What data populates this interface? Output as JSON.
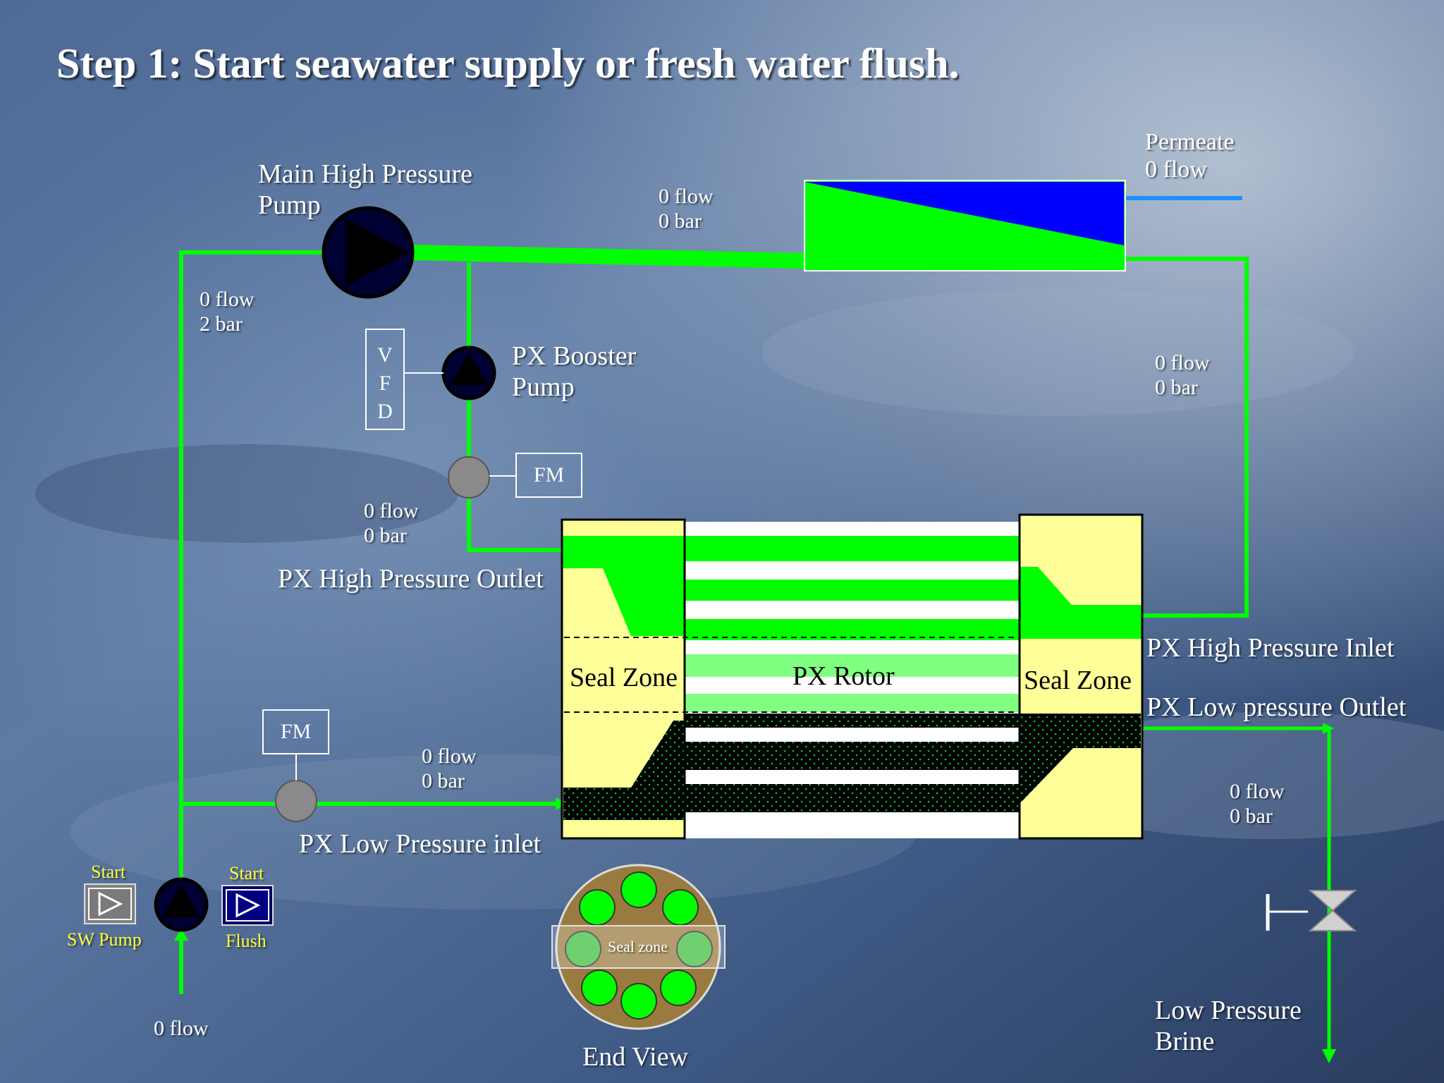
{
  "title": "Step 1:  Start seawater supply or fresh water flush.",
  "main_pump": {
    "line1": "Main High Pressure",
    "line2": "Pump"
  },
  "booster_pump": {
    "line1": "PX Booster",
    "line2": "Pump"
  },
  "vfd": {
    "v": "V",
    "f": "F",
    "d": "D"
  },
  "flow_meter_label": "FM",
  "readings": {
    "main_pump_suction": {
      "flow": "0 flow",
      "pressure": "2 bar"
    },
    "membrane_feed": {
      "flow": "0 flow",
      "pressure": "0 bar"
    },
    "px_hp_outlet": {
      "flow": "0 flow",
      "pressure": "0 bar"
    },
    "px_lp_inlet": {
      "flow": "0 flow",
      "pressure": "0 bar"
    },
    "px_hp_inlet": {
      "flow": "0 flow",
      "pressure": "0 bar"
    },
    "px_lp_outlet": {
      "flow": "0 flow",
      "pressure": "0 bar"
    },
    "supply": {
      "flow": "0 flow"
    }
  },
  "permeate": {
    "label": "Permeate",
    "flow": "0 flow"
  },
  "px_labels": {
    "hp_outlet": "PX High Pressure Outlet",
    "lp_inlet": "PX Low Pressure inlet",
    "hp_inlet": "PX High Pressure Inlet",
    "lp_outlet": "PX Low pressure Outlet",
    "seal_zone_left": "Seal Zone",
    "seal_zone_right": "Seal Zone",
    "rotor": "PX Rotor"
  },
  "end_view": {
    "caption": "End View",
    "seal_label": "Seal zone"
  },
  "controls": {
    "sw_pump": {
      "start": "Start",
      "label": "SW Pump"
    },
    "flush": {
      "start": "Start",
      "label": "Flush"
    }
  },
  "brine": {
    "line1": "Low Pressure",
    "line2": "Brine"
  },
  "colors": {
    "high_pressure": "#00ff00",
    "low_pressure": "#004400",
    "permeate": "#0000ff",
    "permeate_line": "#1e90ff",
    "seal": "#ffff99"
  }
}
